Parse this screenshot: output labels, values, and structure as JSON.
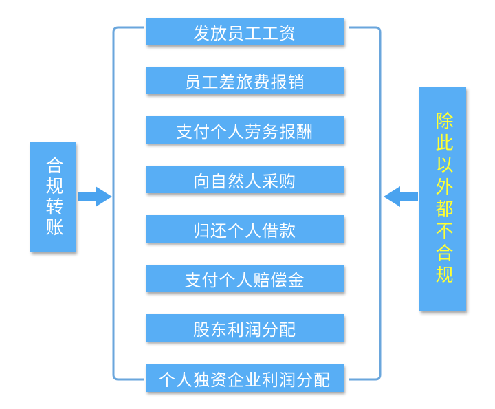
{
  "items": [
    "发放员工工资",
    "员工差旅费报销",
    "支付个人劳务报酬",
    "向自然人采购",
    "归还个人借款",
    "支付个人赔偿金",
    "股东利润分配",
    "个人独资企业利润分配"
  ],
  "left_label": "合规转账",
  "right_label": "除此以外都不合规",
  "colors": {
    "box_fill": "#58aef5",
    "bracket": "#6aa6dc",
    "arrow": "#4aa3ef",
    "left_text": "#ffffff",
    "right_text": "#ffff33"
  }
}
